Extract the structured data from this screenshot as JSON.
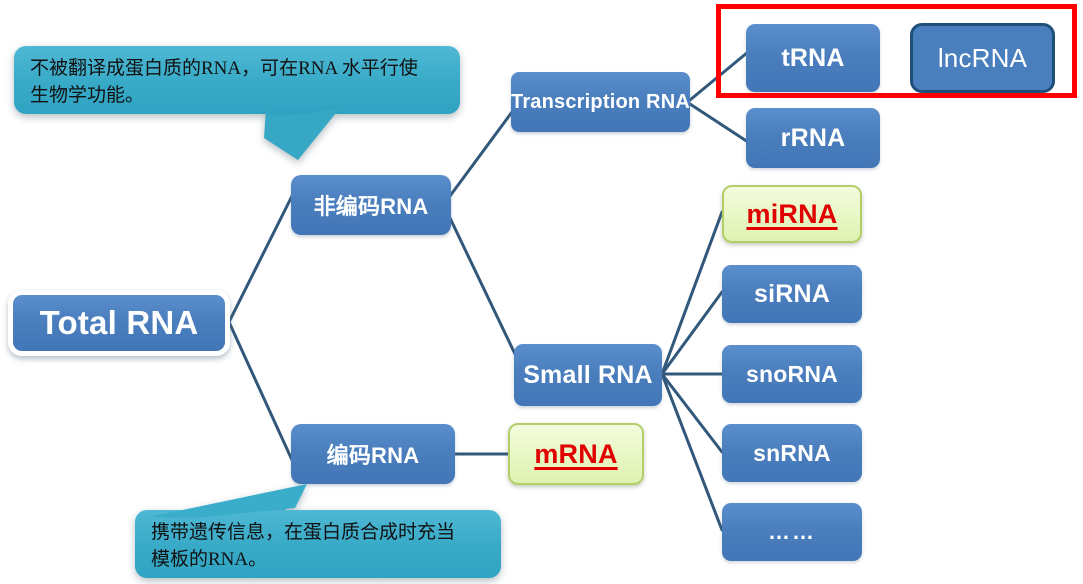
{
  "diagram": {
    "title": "Total RNA classification tree",
    "colors": {
      "node_blue": "#4a7ebd",
      "node_blue_dark_border": "#1f4e79",
      "edge_line": "#31587a",
      "highlight_green_fill": "#e8f7c4",
      "highlight_green_border": "#b4cf6a",
      "highlight_text_red": "#e00000",
      "emphasis_rect_red": "#ff0000",
      "callout_cyan": "#39abc8",
      "background": "#ffffff"
    },
    "nodes": {
      "root": {
        "label": "Total RNA"
      },
      "noncoding": {
        "label": "非编码RNA"
      },
      "coding": {
        "label": "编码RNA"
      },
      "transcription_rna": {
        "label": "Transcription RNA"
      },
      "small_rna": {
        "label": "Small RNA"
      },
      "trna": {
        "label": "tRNA"
      },
      "lncrna": {
        "label": "lncRNA"
      },
      "rrna": {
        "label": "rRNA"
      },
      "mirna": {
        "label": "miRNA"
      },
      "sirna": {
        "label": "siRNA"
      },
      "snorna": {
        "label": "snoRNA"
      },
      "snrna": {
        "label": "snRNA"
      },
      "etc": {
        "label": "……"
      },
      "mrna": {
        "label": "mRNA"
      }
    },
    "callouts": {
      "noncoding_note": {
        "line1": "不被翻译成蛋白质的RNA，可在RNA 水平行使",
        "line2": "生物学功能。"
      },
      "coding_note": {
        "line1": "携带遗传信息，在蛋白质合成时充当",
        "line2": "模板的RNA。"
      }
    }
  }
}
